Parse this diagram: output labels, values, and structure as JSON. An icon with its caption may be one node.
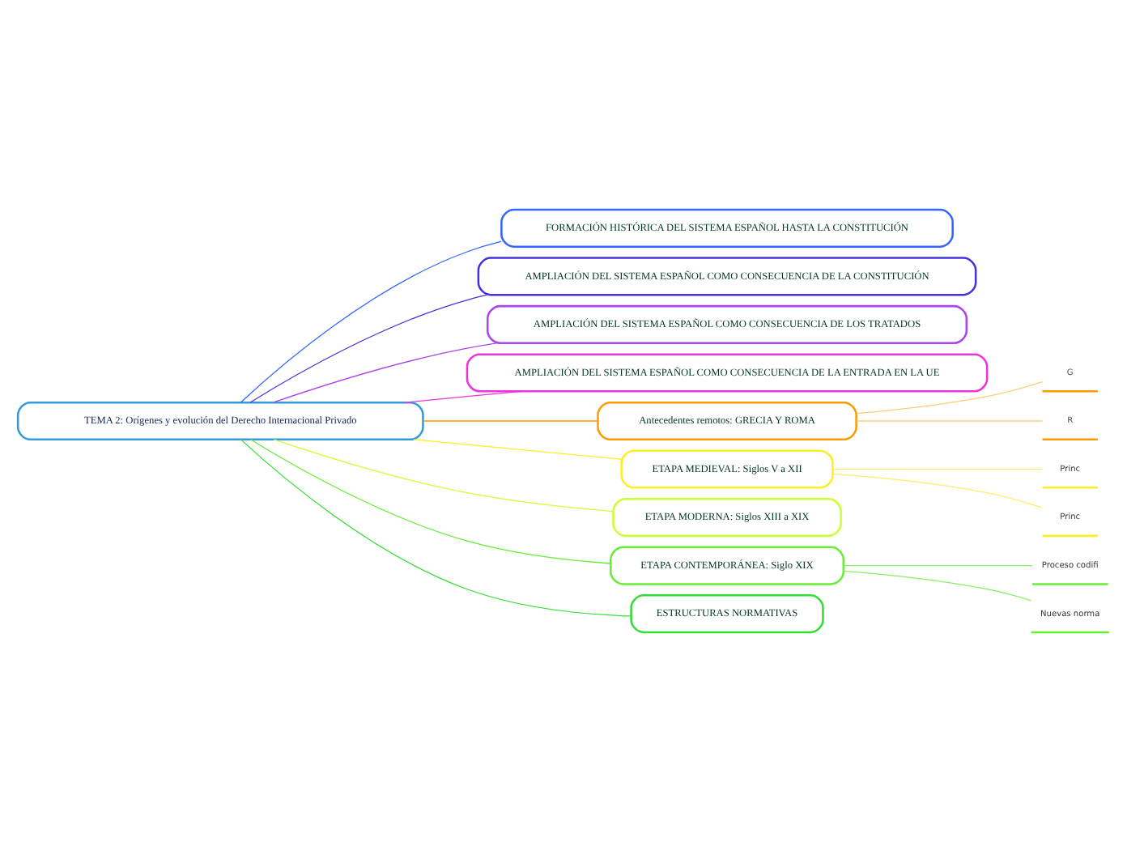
{
  "diagram": {
    "nodes": [
      {
        "text": [
          "TEMA 2: Orígenes y evolución del Derecho Internacional Privado"
        ]
      },
      {
        "text": [
          "FORMACIÓN HISTÓRICA DEL SISTEMA ESPAÑOL HASTA LA CONSTITUCIÓN"
        ]
      },
      {
        "text": [
          "AMPLIACIÓN DEL SISTEMA ESPAÑOL COMO CONSECUENCIA DE LA CONSTITUCIÓN"
        ]
      },
      {
        "text": [
          "AMPLIACIÓN DEL SISTEMA ESPAÑOL COMO CONSECUENCIA DE LOS TRATADOS"
        ]
      },
      {
        "text": [
          "AMPLIACIÓN DEL SISTEMA ESPAÑOL COMO CONSECUENCIA DE LA ENTRADA EN LA UE"
        ]
      },
      {
        "text": [
          "Antecedentes remotos: GRECIA Y ROMA"
        ]
      },
      {
        "text": [
          "G"
        ]
      },
      {
        "text": [
          "R"
        ]
      },
      {
        "text": [
          "ETAPA MEDIEVAL: Siglos V a XII"
        ]
      },
      {
        "text": [
          "Princ"
        ]
      },
      {
        "text": [
          "Princ"
        ]
      },
      {
        "text": [
          "ETAPA MODERNA: Siglos XIII a XIX"
        ]
      },
      {
        "text": [
          "ETAPA CONTEMPORÁNEA: Siglo XIX"
        ]
      },
      {
        "text": [
          "Proceso codifi"
        ]
      },
      {
        "text": [
          "Nuevas norma"
        ]
      },
      {
        "text": [
          "ESTRUCTURAS NORMATIVAS"
        ]
      }
    ],
    "edges": [
      {
        "from": 0,
        "to": 1,
        "arrow": "none",
        "color": "#3366ff"
      },
      {
        "from": 0,
        "to": 2,
        "arrow": "none",
        "color": "#4433dd"
      },
      {
        "from": 0,
        "to": 3,
        "arrow": "none",
        "color": "#aa44ee"
      },
      {
        "from": 0,
        "to": 4,
        "arrow": "none",
        "color": "#ee33dd"
      },
      {
        "from": 0,
        "to": 5,
        "arrow": "none",
        "color": "#ff9900"
      },
      {
        "from": 5,
        "to": 6,
        "arrow": "none",
        "color": "#ffcc77"
      },
      {
        "from": 5,
        "to": 7,
        "arrow": "none",
        "color": "#ffcc77"
      },
      {
        "from": 0,
        "to": 8,
        "arrow": "none",
        "color": "#ffee22"
      },
      {
        "from": 8,
        "to": 9,
        "arrow": "none",
        "color": "#ffee66"
      },
      {
        "from": 8,
        "to": 10,
        "arrow": "none",
        "color": "#ffee66"
      },
      {
        "from": 0,
        "to": 11,
        "arrow": "none",
        "color": "#ccff33"
      },
      {
        "from": 0,
        "to": 12,
        "arrow": "none",
        "color": "#66ee33"
      },
      {
        "from": 12,
        "to": 13,
        "arrow": "none",
        "color": "#88ee66"
      },
      {
        "from": 12,
        "to": 14,
        "arrow": "none",
        "color": "#88ee66"
      },
      {
        "from": 0,
        "to": 15,
        "arrow": "none",
        "color": "#33dd33"
      }
    ]
  }
}
